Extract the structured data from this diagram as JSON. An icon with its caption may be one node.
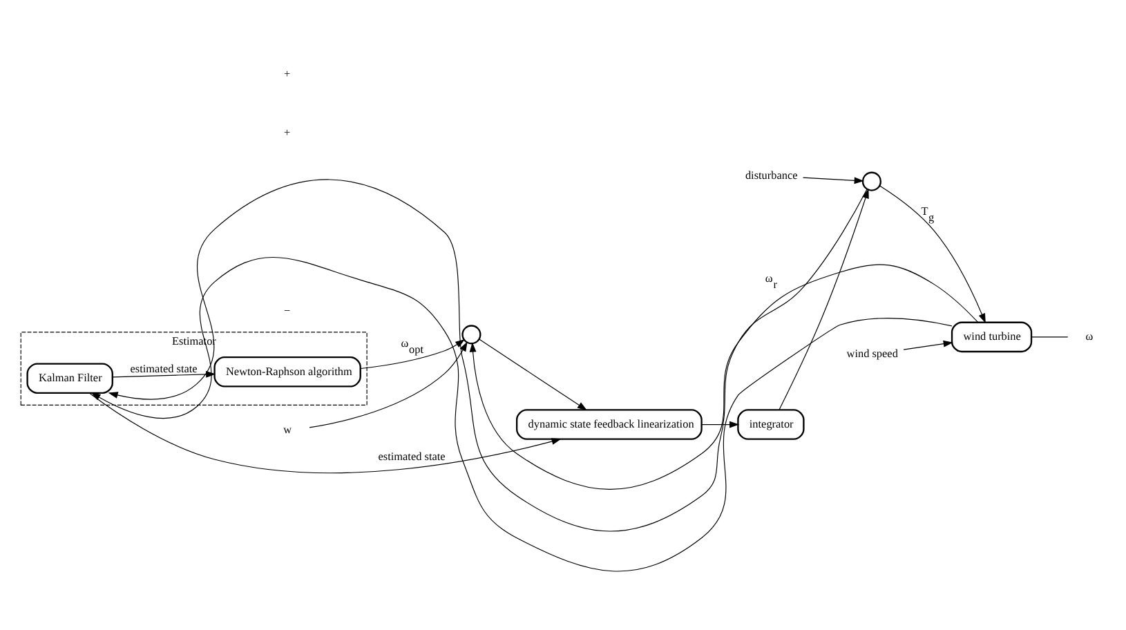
{
  "diagram": {
    "nodes": [
      {
        "text": [
          "Estimator"
        ]
      },
      {
        "text": [
          "Newton-Raphson algorithm"
        ],
        "in": 0
      },
      {
        "text": [
          "Kalman Filter"
        ],
        "in": 0
      },
      {
        "text": [],
        "shape": "circle"
      },
      {
        "text": [
          "dynamic state feedback linearization"
        ]
      },
      {
        "text": [
          "integrator"
        ]
      },
      {
        "text": [],
        "shape": "circle"
      },
      {
        "text": [
          "wind turbine"
        ]
      },
      {
        "text": [
          "wind speed"
        ]
      },
      {
        "text": [
          "disturbance"
        ]
      },
      {
        "text": [
          "w"
        ]
      },
      {
        "text": [
          "ω"
        ]
      }
    ],
    "edges": [
      {
        "from": 2,
        "to": 1,
        "arrow": "to",
        "label": "estimated state"
      },
      {
        "from": 1,
        "to": 3,
        "arrow": "to",
        "label": "ω$_{opt}$"
      },
      {
        "from": 10,
        "to": 3,
        "arrow": "to"
      },
      {
        "from": 3,
        "to": 4,
        "arrow": "to"
      },
      {
        "from": 2,
        "to": 4,
        "arrow": "to",
        "label": "estimated state"
      },
      {
        "from": 4,
        "to": 5,
        "arrow": "to"
      },
      {
        "from": 5,
        "to": 6,
        "arrow": "to"
      },
      {
        "from": 9,
        "to": 6,
        "arrow": "to"
      },
      {
        "from": 6,
        "to": 7,
        "arrow": "to",
        "label": "T$_{g}$"
      },
      {
        "from": 6,
        "to": 2,
        "arrow": "to"
      },
      {
        "from": 8,
        "to": 7,
        "arrow": "to"
      },
      {
        "from": 7,
        "to": 11,
        "arrow": "none"
      },
      {
        "from": 7,
        "to": 2,
        "arrow": "to"
      },
      {
        "from": 7,
        "to": 3,
        "arrow": "to",
        "label": "ω$_{r}$"
      }
    ],
    "labels": [
      "+",
      "+",
      "−"
    ]
  }
}
